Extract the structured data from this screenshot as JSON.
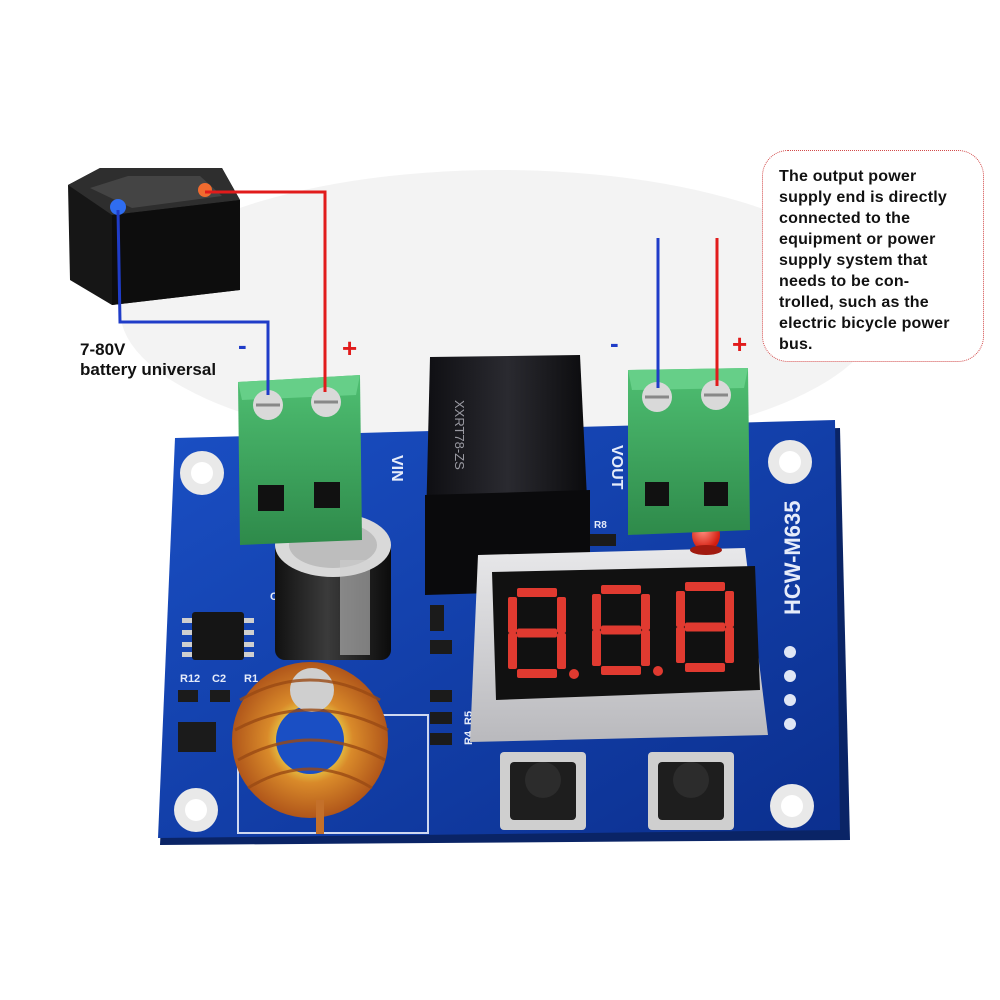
{
  "battery": {
    "voltage_label": "7-80V",
    "usage_label": "battery universal"
  },
  "input_terminal": {
    "minus": "-",
    "plus": "+",
    "silk": "VIN"
  },
  "output_terminal": {
    "minus": "-",
    "plus": "+",
    "silk": "VOUT"
  },
  "callout": {
    "lines": [
      "The output power",
      "supply end is directly",
      "connected to the",
      "equipment or power",
      "supply system that",
      "needs to be con-",
      "trolled, such as the",
      "electric bicycle power",
      "bus."
    ]
  },
  "board": {
    "model": "HCW-M635",
    "relay_marking": "XXRT78-ZS",
    "component_labels": [
      "R12",
      "C2",
      "R1",
      "R4",
      "R5",
      "R8",
      "C"
    ],
    "display_digits": "8.8.8"
  },
  "colors": {
    "negative_wire": "#1f3cc8",
    "positive_wire": "#e11b1b",
    "pcb": "#0f3aa8",
    "terminal": "#3aa05a",
    "led_segments": "#e03a30",
    "callout_border": "#d24a4a"
  }
}
